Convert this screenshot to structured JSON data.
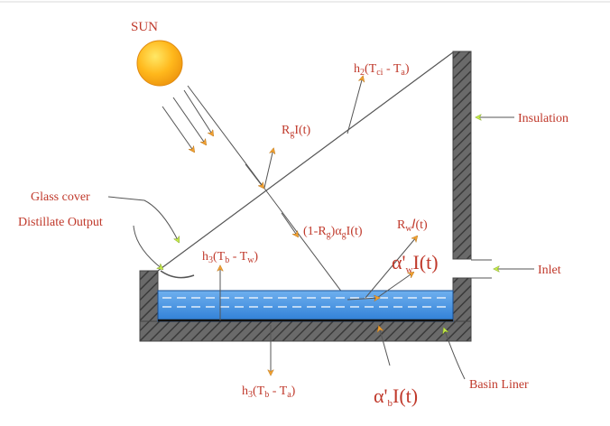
{
  "labels": {
    "sun": "SUN",
    "glass_cover": "Glass cover",
    "distillate_output": "Distillate Output",
    "insulation": "Insulation",
    "inlet": "Inlet",
    "basin_liner": "Basin Liner",
    "convection_top_main": "h",
    "convection_top_sub": "2",
    "convection_top_rest": "(T",
    "convection_top_sub2": "ci",
    "convection_top_rest2": " - T",
    "convection_top_sub3": "a",
    "convection_top_end": ")",
    "reflect_glass_main": "R",
    "reflect_glass_sub": "g",
    "reflect_glass_rest": "I(t)",
    "absorb_glass_main": "(1-R",
    "absorb_glass_sub": "g",
    "absorb_glass_rest": ")α",
    "absorb_glass_sub2": "g",
    "absorb_glass_end": "I(t)",
    "reflect_water_main": "R",
    "reflect_water_sub": "w",
    "reflect_water_rest": "𝛪(t)",
    "absorb_water_main": "α'",
    "absorb_water_sub": "w",
    "absorb_water_rest": "I(t)",
    "conv_water_main": "h",
    "conv_water_sub": "3",
    "conv_water_rest": "(T",
    "conv_water_sub2": "b",
    "conv_water_rest2": " - T",
    "conv_water_sub3": "w",
    "conv_water_end": ")",
    "loss_bottom_main": "h",
    "loss_bottom_sub": "3",
    "loss_bottom_rest": "(T",
    "loss_bottom_sub2": "b",
    "loss_bottom_rest2": " - T",
    "loss_bottom_sub3": "a",
    "loss_bottom_end": ")",
    "absorb_basin_main": "α'",
    "absorb_basin_sub": "b",
    "absorb_basin_rest": "I(t)"
  },
  "colors": {
    "label_red": "#c0392b",
    "arrow_orange": "#f0a030",
    "arrow_green": "#b8e040",
    "water_blue": "#3d8ee0",
    "wall_gray": "#666666"
  }
}
